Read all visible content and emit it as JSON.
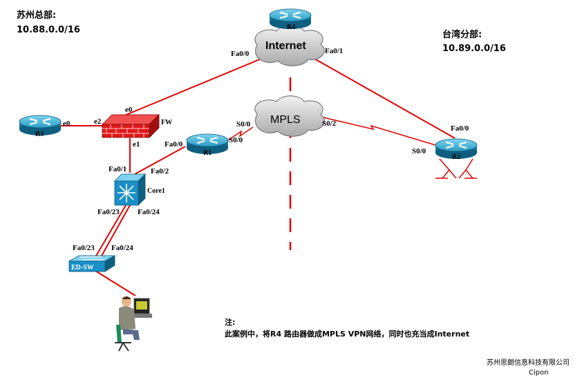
{
  "sites": {
    "suzhou": {
      "name": "苏州总部:",
      "subnet": "10.88.0.0/16"
    },
    "taiwan": {
      "name": "台湾分部:",
      "subnet": "10.89.0.0/16"
    }
  },
  "clouds": {
    "internet": "Internet",
    "mpls": "MPLS"
  },
  "devices": {
    "r4": "R4",
    "r3": "R3",
    "r1": "R1",
    "r2": "R2",
    "fw": "FW",
    "core1": "Core1",
    "edsw": "ED-SW"
  },
  "ports": {
    "r4_fa00": "Fa0/0",
    "r4_fa01": "Fa0/1",
    "fw_e0": "e0",
    "fw_e1": "e1",
    "fw_e2": "e2",
    "r3_e0": "e0",
    "r1_fa00": "Fa0/0",
    "r1_s00_a": "S0/0",
    "r1_s00_b": "S0/0",
    "mpls_s02": "S0/2",
    "r2_fa00": "Fa0/0",
    "r2_s00": "S0/0",
    "core_fa01": "Fa0/1",
    "core_fa02": "Fa0/2",
    "core_fa023": "Fa0/23",
    "core_fa024": "Fa0/24",
    "sw_fa023": "Fa0/23",
    "sw_fa024": "Fa0/24"
  },
  "note": {
    "title": "注:",
    "text": "此案例中，将R4 路由器做成MPLS VPN网络，同时也充当成Internet"
  },
  "footer": {
    "company": "苏州思朗信息科技有限公司",
    "author": "Cipon"
  },
  "colors": {
    "link": "#e00000",
    "router": "#1f8fb4",
    "firewall": "#e01818",
    "switch": "#1a8fc8"
  }
}
